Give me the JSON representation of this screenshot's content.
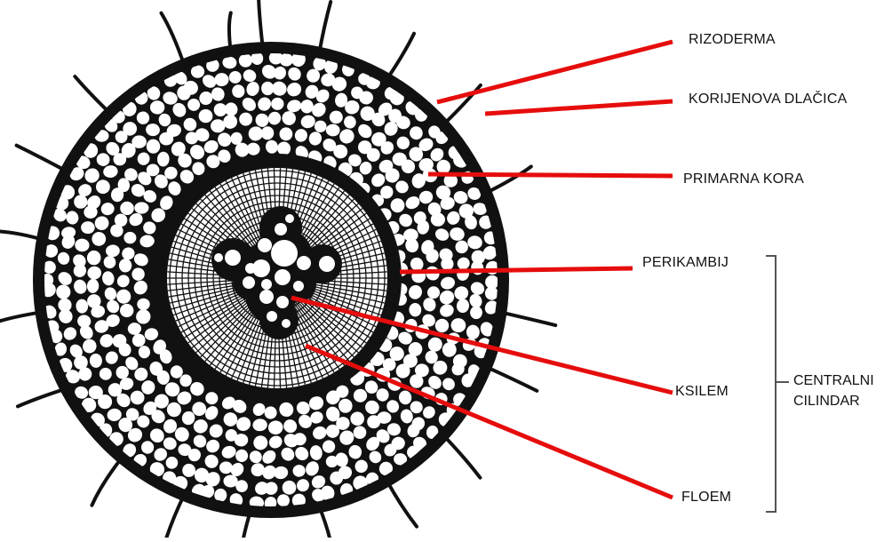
{
  "diagram": {
    "labels": {
      "rizoderma": "RIZODERMA",
      "korijenova_dlacica": "KORIJENOVA DLAČICA",
      "primarna_kora": "PRIMARNA KORA",
      "perikambij": "PERIKAMBIJ",
      "ksilem": "KSILEM",
      "floem": "FLOEM",
      "centralni_cilindar": [
        "CENTRALNI",
        "CILINDAR"
      ]
    },
    "colors": {
      "leader_line": "#e60d0d",
      "ink": "#111111",
      "cell_fill": "#ffffff",
      "background": "#ffffff"
    }
  }
}
